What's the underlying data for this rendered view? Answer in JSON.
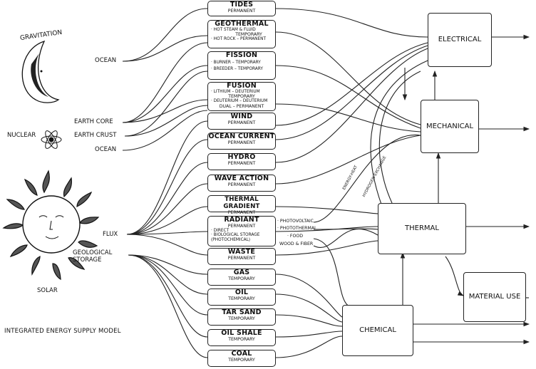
{
  "title": "INTEGRATED ENERGY SUPPLY MODEL",
  "primary_sources": {
    "gravitation": "GRAVITATION",
    "nuclear": "NUCLEAR",
    "solar": "SOLAR"
  },
  "source_labels": {
    "ocean_top": "OCEAN",
    "earth_core": "EARTH CORE",
    "earth_crust": "EARTH CRUST",
    "ocean_mid": "OCEAN",
    "flux": "FLUX",
    "geological_storage": "GEOLOGICAL STORAGE"
  },
  "supplies": [
    {
      "name": "TIDES",
      "lines": [
        "PERMANENT"
      ]
    },
    {
      "name": "GEOTHERMAL",
      "lines": [
        "· HOT STEAM & FLUID",
        "TEMPORARY",
        "· HOT ROCK – PERMANENT"
      ]
    },
    {
      "name": "FISSION",
      "lines": [
        "· BURNER – TEMPORARY",
        "· BREEDER – TEMPORARY"
      ]
    },
    {
      "name": "FUSION",
      "lines": [
        "· LITHIUM – DEUTERIUM",
        "TEMPORARY",
        "· DEUTERIUM – DEUTERIUM",
        "DUAL – PERMANENT"
      ]
    },
    {
      "name": "WIND",
      "lines": [
        "PERMANENT"
      ]
    },
    {
      "name": "OCEAN CURRENT",
      "lines": [
        "PERMANENT"
      ]
    },
    {
      "name": "HYDRO",
      "lines": [
        "PERMANENT"
      ]
    },
    {
      "name": "WAVE ACTION",
      "lines": [
        "PERMANENT"
      ]
    },
    {
      "name": "THERMAL GRADIENT",
      "lines": [
        "PERMANENT"
      ]
    },
    {
      "name": "RADIANT",
      "lines": [
        "PERMANENT",
        "· DIRECT",
        "· BIOLOGICAL STORAGE",
        "(PHOTOCHEMICAL)"
      ]
    },
    {
      "name": "WASTE",
      "lines": [
        "PERMANENT"
      ]
    },
    {
      "name": "GAS",
      "lines": [
        "TEMPORARY"
      ]
    },
    {
      "name": "OIL",
      "lines": [
        "TEMPORARY"
      ]
    },
    {
      "name": "TAR SAND",
      "lines": [
        "TEMPORARY"
      ]
    },
    {
      "name": "OIL SHALE",
      "lines": [
        "TEMPORARY"
      ]
    },
    {
      "name": "COAL",
      "lines": [
        "TEMPORARY"
      ]
    }
  ],
  "radiant_outputs": {
    "photovoltaic": "· PHOTOVOLTAIC",
    "photothermal": "· PHOTOTHERMAL",
    "food": "· FOOD",
    "wood_fiber": "WOOD & FIBER"
  },
  "conversion": {
    "electrical": "ELECTRICAL",
    "mechanical": "MECHANICAL",
    "thermal": "THERMAL",
    "material_use": "MATERIAL USE",
    "chemical": "CHEMICAL"
  },
  "diagonal_labels": {
    "left": "ENERGY-HEAT",
    "right": "HYDROGEN-EXCHANGE"
  }
}
